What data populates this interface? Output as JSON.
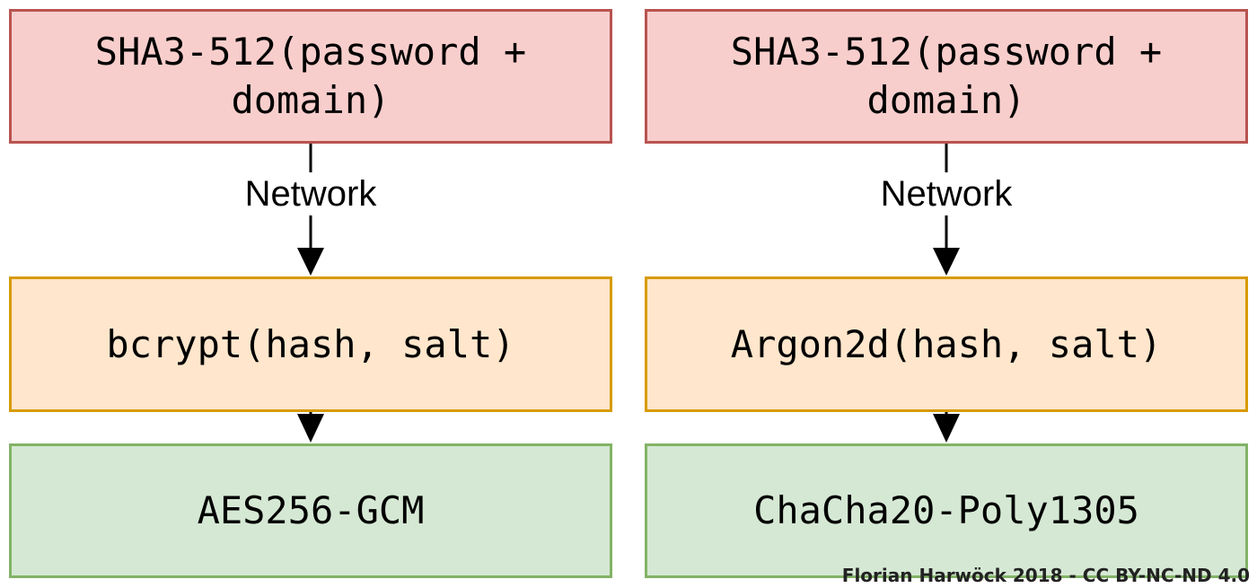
{
  "colors": {
    "hash_fill": "#f8cecc",
    "hash_border": "#b85450",
    "kdf_fill": "#ffe6cc",
    "kdf_border": "#d79b00",
    "cipher_fill": "#d5e8d4",
    "cipher_border": "#82b366"
  },
  "left": {
    "hash": "SHA3-512(password +\ndomain)",
    "edge_label": "Network",
    "kdf": "bcrypt(hash, salt)",
    "cipher": "AES256-GCM"
  },
  "right": {
    "hash": "SHA3-512(password +\ndomain)",
    "edge_label": "Network",
    "kdf": "Argon2d(hash, salt)",
    "cipher": "ChaCha20-Poly1305"
  },
  "credit": "Florian Harwöck 2018 - CC BY-NC-ND 4.0"
}
